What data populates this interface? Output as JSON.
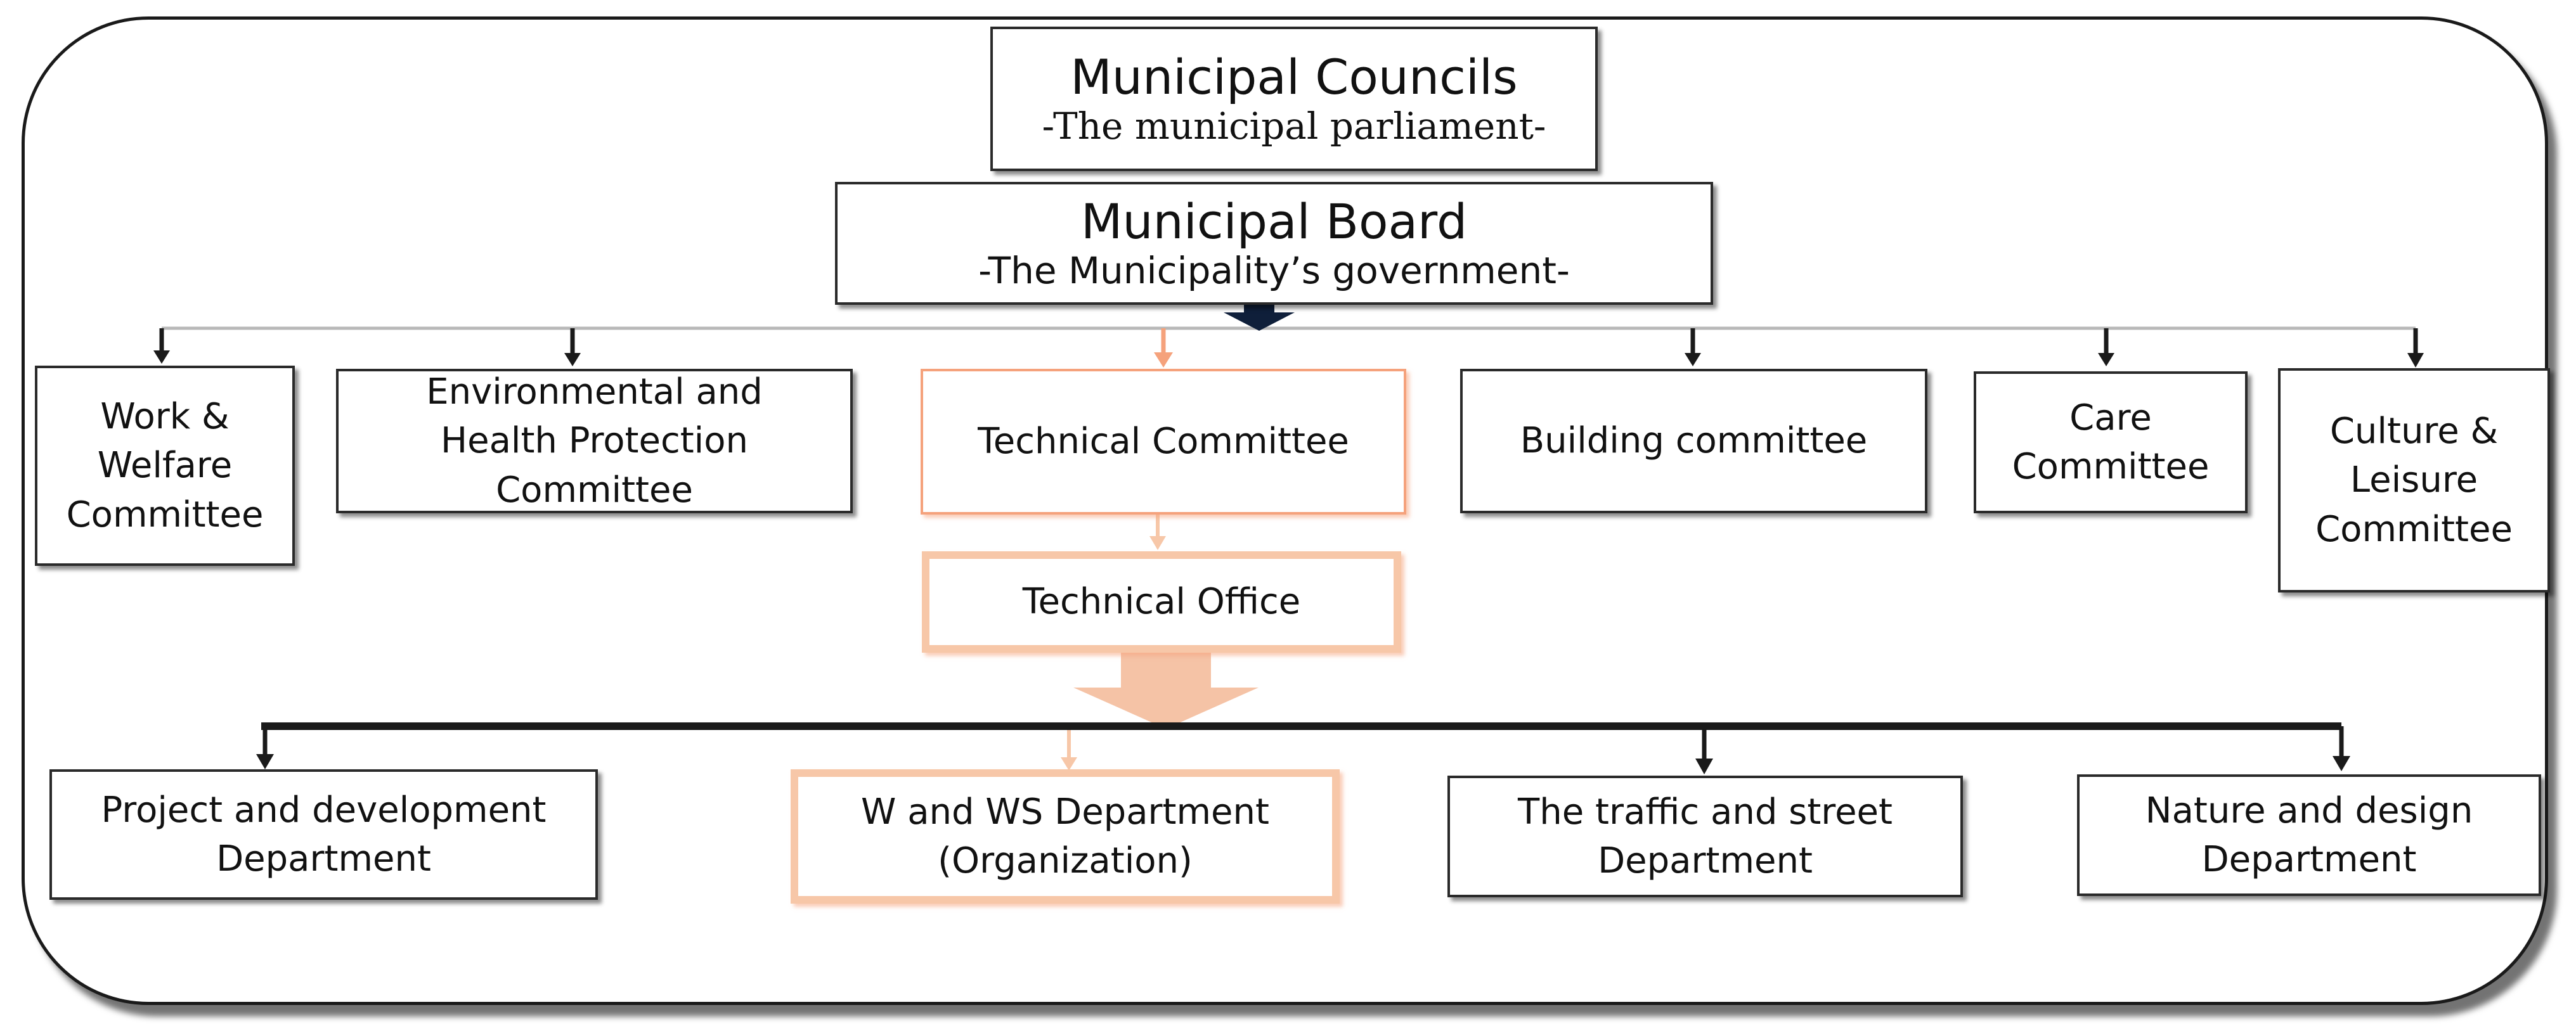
{
  "top": {
    "councils_title": "Municipal Councils",
    "councils_subtitle": "-The municipal parliament-",
    "board_title": "Municipal Board",
    "board_subtitle": "-The Municipality’s government-"
  },
  "committees": {
    "work_welfare": [
      "Work &",
      "Welfare",
      "Committee"
    ],
    "environmental_health": [
      "Environmental and",
      "Health Protection",
      "Committee"
    ],
    "technical": [
      "Technical Committee"
    ],
    "building": [
      "Building committee"
    ],
    "care": [
      "Care",
      "Committee"
    ],
    "culture_leisure": [
      "Culture &",
      "Leisure",
      "Committee"
    ]
  },
  "office": {
    "technical_office": "Technical Office"
  },
  "departments": {
    "project_development": [
      "Project and development",
      "Department"
    ],
    "w_ws": [
      "W and WS Department",
      "(Organization)"
    ],
    "traffic_street": [
      "The traffic and street",
      "Department"
    ],
    "nature_design": [
      "Nature and design",
      "Department"
    ]
  },
  "colors": {
    "line": "#1a1a1a",
    "light_line": "#b8b8b8",
    "highlight": "#f5a27c",
    "highlight_light": "#f7c7a8",
    "board_arrow": "#0f1f3a"
  }
}
